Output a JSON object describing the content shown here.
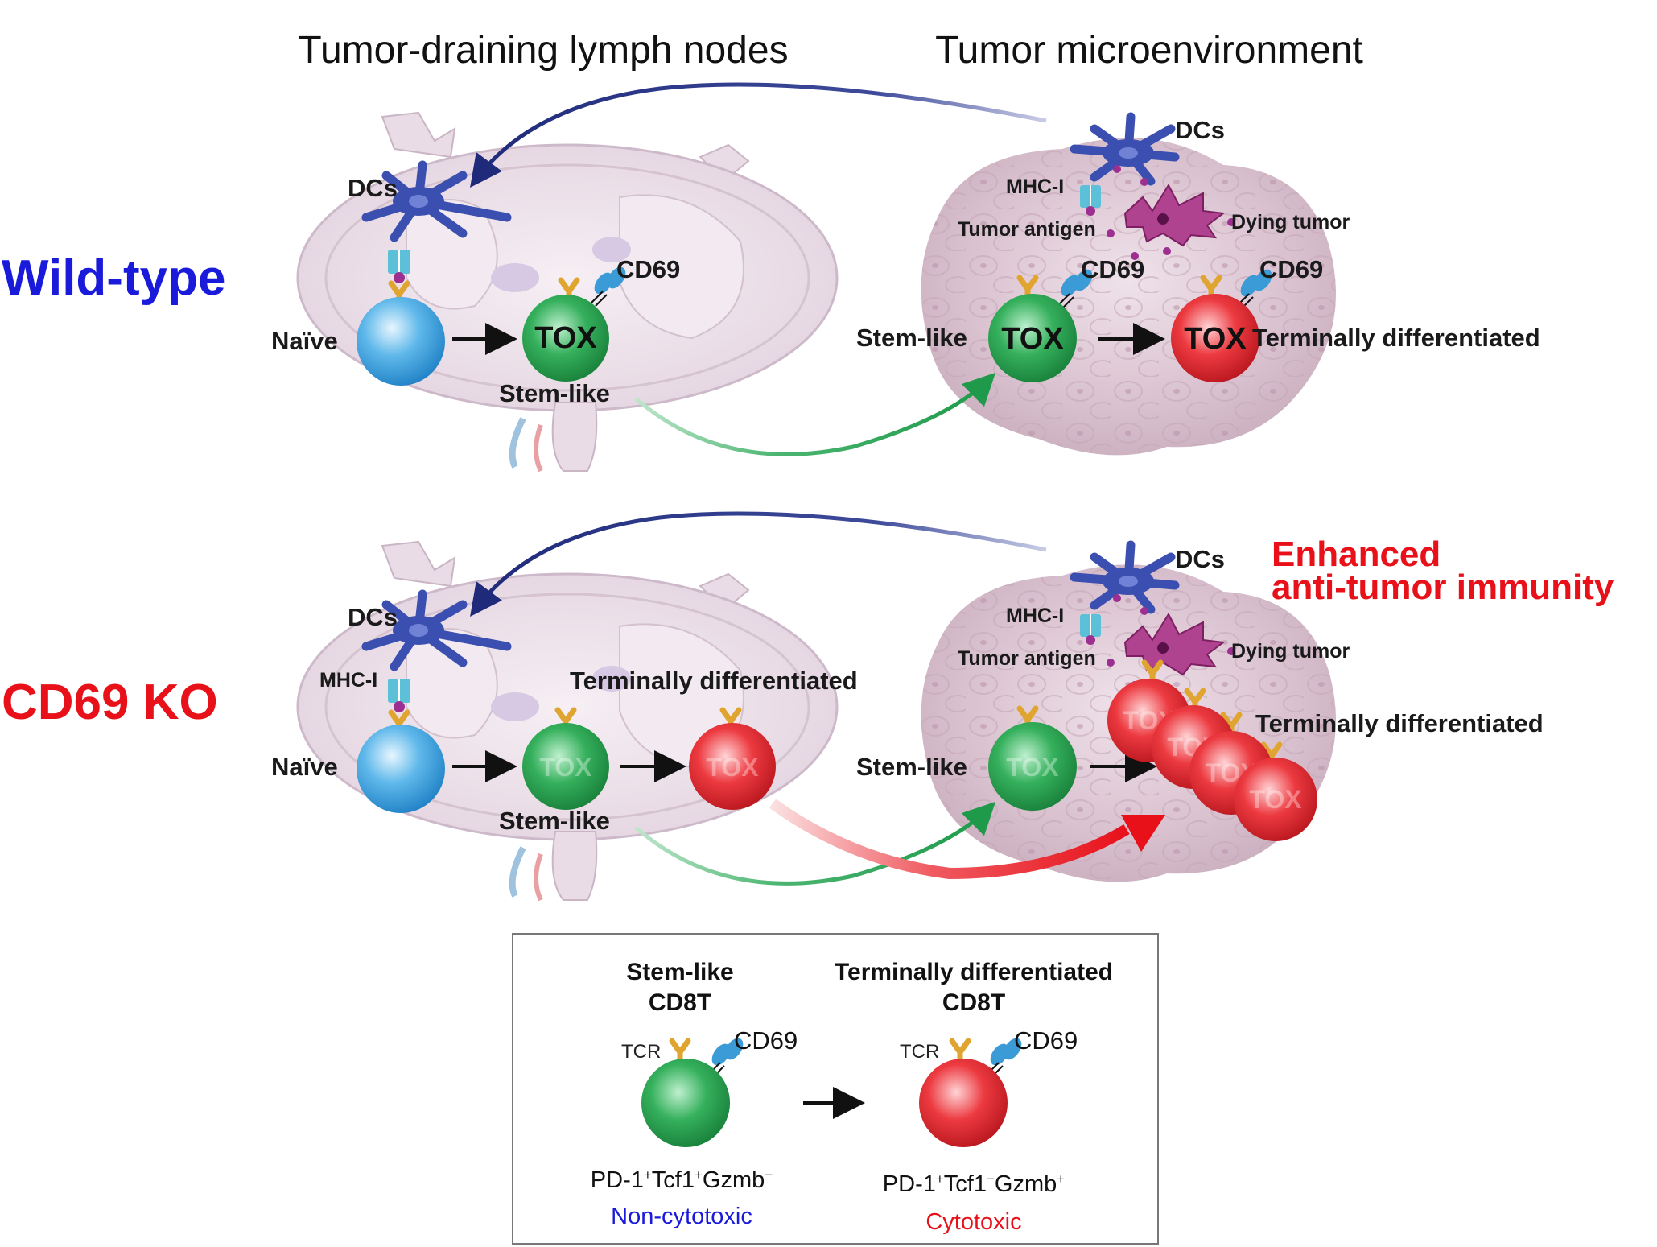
{
  "headers": {
    "lymph_nodes": "Tumor-draining lymph nodes",
    "tumor": "Tumor microenvironment"
  },
  "rows": {
    "wildtype": {
      "title": "Wild-type",
      "title_color": "#1a1adb",
      "dcs_ln": "DCs",
      "naive": "Naïve",
      "stem_like_ln": "Stem-like",
      "tox_ln": "TOX",
      "cd69_ln": "CD69",
      "dcs_tme": "DCs",
      "mhc_i_tme": "MHC-I",
      "tumor_antigen": "Tumor antigen",
      "dying_tumor": "Dying tumor",
      "cd69_tme_1": "CD69",
      "cd69_tme_2": "CD69",
      "stem_like_tme": "Stem-like",
      "tox_tme_1": "TOX",
      "tox_tme_2": "TOX",
      "terminal_tme": "Terminally differentiated"
    },
    "cd69ko": {
      "title": "CD69 KO",
      "title_color": "#e8111a",
      "dcs_ln": "DCs",
      "mhc_i_ln": "MHC-I",
      "naive": "Naïve",
      "stem_like_ln": "Stem-like",
      "terminal_ln": "Terminally differentiated",
      "tox_ln_1": "TOX",
      "tox_ln_2": "TOX",
      "dcs_tme": "DCs",
      "mhc_i_tme": "MHC-I",
      "tumor_antigen": "Tumor antigen",
      "dying_tumor": "Dying tumor",
      "stem_like_tme": "Stem-like",
      "tox_tme_1": "TOX",
      "tox_red_1": "TOX",
      "tox_red_2": "TOX",
      "tox_red_3": "TOX",
      "tox_red_4": "TOX",
      "terminal_tme": "Terminally differentiated",
      "enhanced_line1": "Enhanced",
      "enhanced_line2": "anti-tumor immunity"
    }
  },
  "legend": {
    "stem_title_1": "Stem-like",
    "stem_title_2": "CD8T",
    "term_title_1": "Terminally differentiated",
    "term_title_2": "CD8T",
    "tcr_1": "TCR",
    "tcr_2": "TCR",
    "cd69_1": "CD69",
    "cd69_2": "CD69",
    "stem_pheno": {
      "p1": "PD-1",
      "s1": "+",
      "p2": "Tcf1",
      "s2": "+",
      "p3": "Gzmb",
      "s3": "−"
    },
    "term_pheno": {
      "p1": "PD-1",
      "s1": "+",
      "p2": "Tcf1",
      "s2": "−",
      "p3": "Gzmb",
      "s3": "+"
    },
    "stem_function": "Non-cytotoxic",
    "term_function": "Cytotoxic"
  },
  "colors": {
    "naive_cell": "#3aa3e0",
    "stem_cell": "#21a04b",
    "terminal_cell": "#e21b23",
    "dc": "#3a4fb0",
    "tcr": "#e0a531",
    "cd69": "#3b9bd6",
    "mhc": "#5bc0d8",
    "antigen": "#9c2f8f",
    "lymph_node": "#efe3ec",
    "tumor": "#d9c3d0",
    "arrow_blue": "#1f2a7a",
    "arrow_green": "#1e9a4a",
    "arrow_red": "#e8111a",
    "non_cytotoxic": "#1a1adb",
    "cytotoxic": "#e8111a"
  }
}
